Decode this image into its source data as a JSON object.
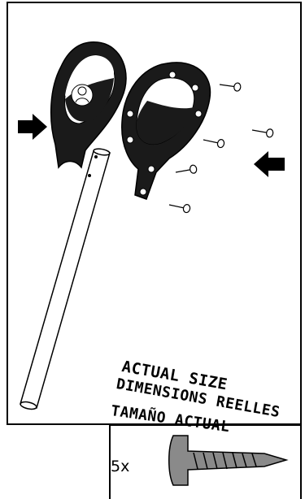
{
  "size_label": {
    "line1": "ACTUAL SIZE",
    "line2": "DIMENSIONS REELLES",
    "line3": "TAMAÑO ACTUAL"
  },
  "quantity": "5x",
  "icons": [
    "arrow-right-icon",
    "arrow-left-icon",
    "screw-icon",
    "mascot-logo"
  ],
  "colors": {
    "ink": "#000000",
    "part": "#1a1a1a",
    "screw": "#8a8a8a"
  }
}
